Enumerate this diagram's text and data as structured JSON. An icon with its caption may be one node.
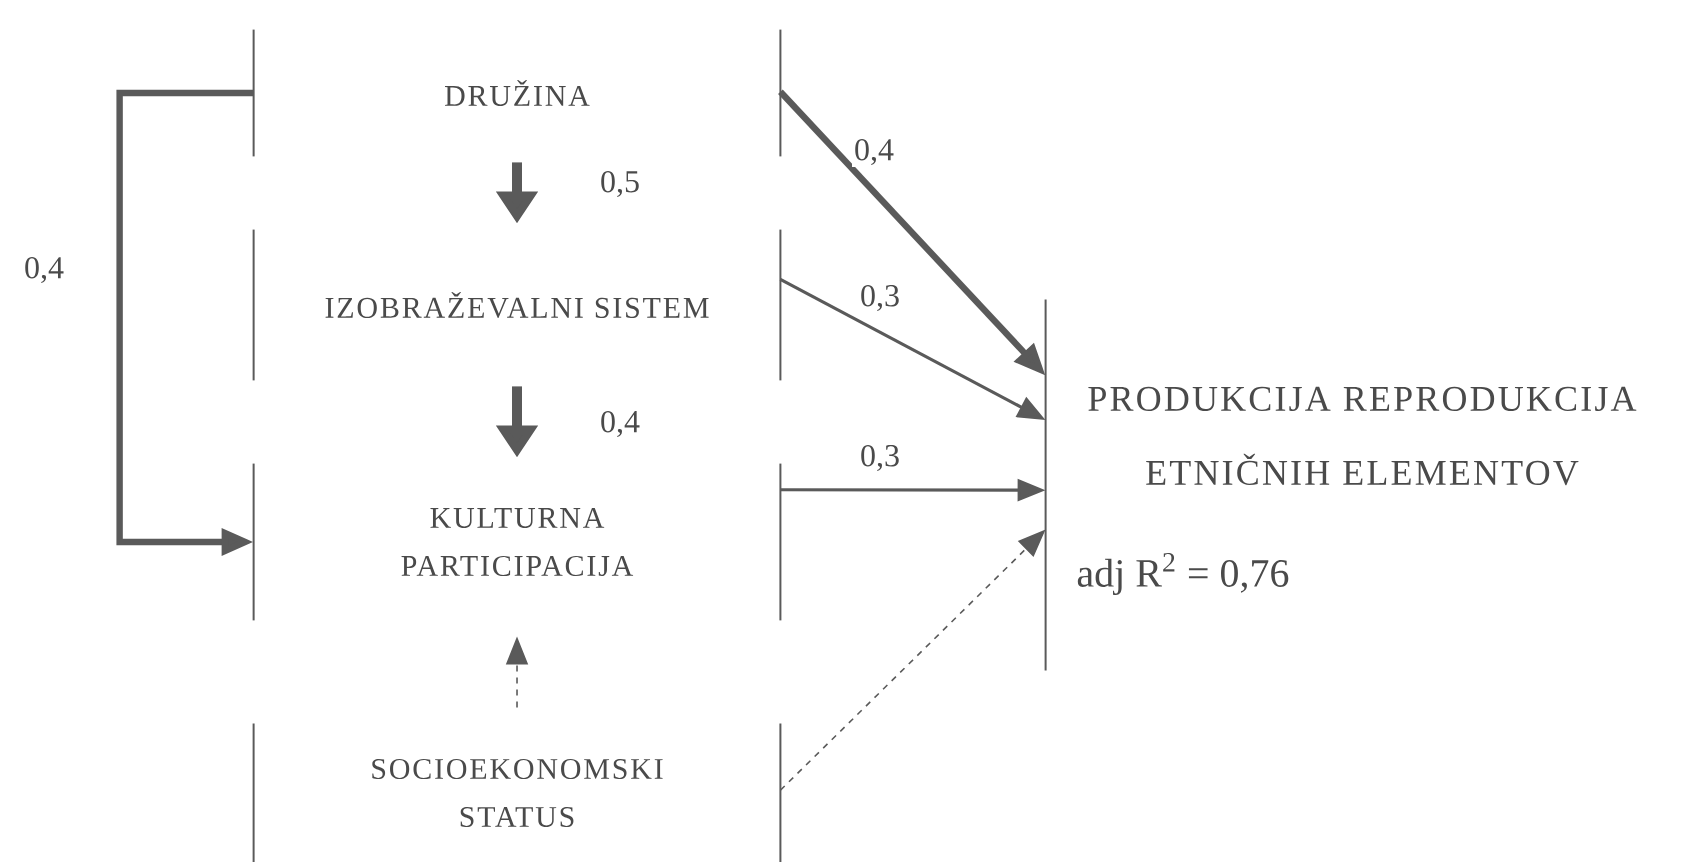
{
  "diagram": {
    "nodes": [
      {
        "text": [
          "DRUŽINA"
        ]
      },
      {
        "text": [
          "IZOBRAŽEVALNI SISTEM"
        ]
      },
      {
        "text": [
          "KULTURNA PARTICIPACIJA"
        ]
      },
      {
        "text": [
          "SOCIOEKONOMSKI STATUS"
        ]
      },
      {
        "text": [
          "PRODUKCIJA REPRODUKCIJA ETNIČNIH ELEMENTOV",
          "adj R$^{2}$ = 0,76"
        ]
      }
    ],
    "edges": [
      {
        "from": 0,
        "to": 1,
        "arrow": "to",
        "label": "0,5",
        "style": "thick"
      },
      {
        "from": 1,
        "to": 2,
        "arrow": "to",
        "label": "0,4",
        "style": "thick"
      },
      {
        "from": 0,
        "to": 2,
        "arrow": "to",
        "label": "0,4",
        "style": "thick"
      },
      {
        "from": 3,
        "to": 2,
        "arrow": "to",
        "style": "dashed"
      },
      {
        "from": 0,
        "to": 4,
        "arrow": "to",
        "label": "0,4",
        "style": "thick"
      },
      {
        "from": 1,
        "to": 4,
        "arrow": "to",
        "label": "0,3"
      },
      {
        "from": 2,
        "to": 4,
        "arrow": "to",
        "label": "0,3"
      },
      {
        "from": 3,
        "to": 4,
        "arrow": "to",
        "style": "dashed"
      }
    ]
  }
}
